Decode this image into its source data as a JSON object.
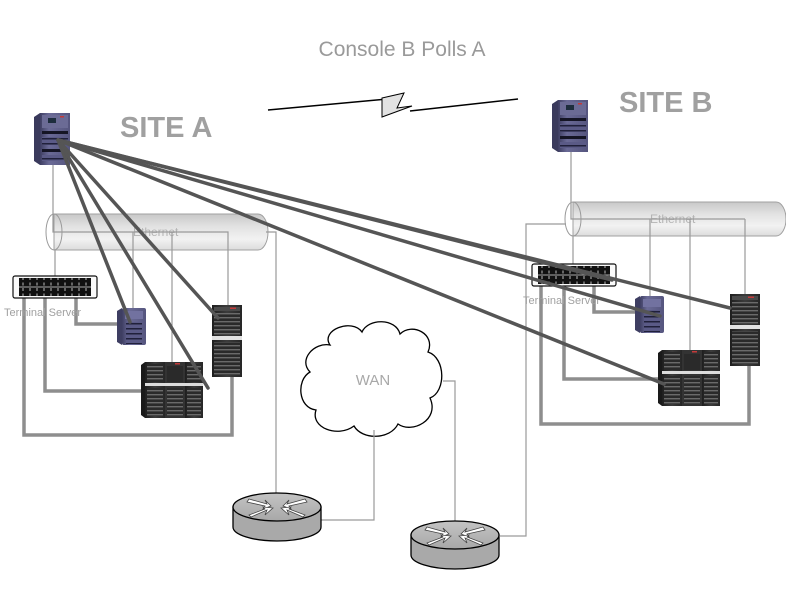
{
  "title": "Console B Polls A",
  "sites": [
    {
      "label": "SITE A",
      "ethernet_label": "Ethernet",
      "terminal_server_label": "Terminal Server"
    },
    {
      "label": "SITE B",
      "ethernet_label": "Ethernet",
      "terminal_server_label": "Terminal Server"
    }
  ],
  "wan_label": "WAN",
  "colors": {
    "poll_link": "#555555",
    "serial_link": "#8e8e8e",
    "ethernet_link": "#9a9a9a",
    "label_gray": "#9a9a9a",
    "console_purple": "#5a5a82",
    "router_gray": "#b8b8b8"
  },
  "icons": {
    "console": "console-server-icon",
    "terminal_server": "terminal-server-icon",
    "workstation": "workstation-icon",
    "tower_server": "tower-server-icon",
    "rack_server": "rack-server-icon",
    "router": "router-icon",
    "cloud": "wan-cloud-icon",
    "lightning": "wan-link-lightning-icon",
    "ethernet": "ethernet-bus-icon"
  }
}
